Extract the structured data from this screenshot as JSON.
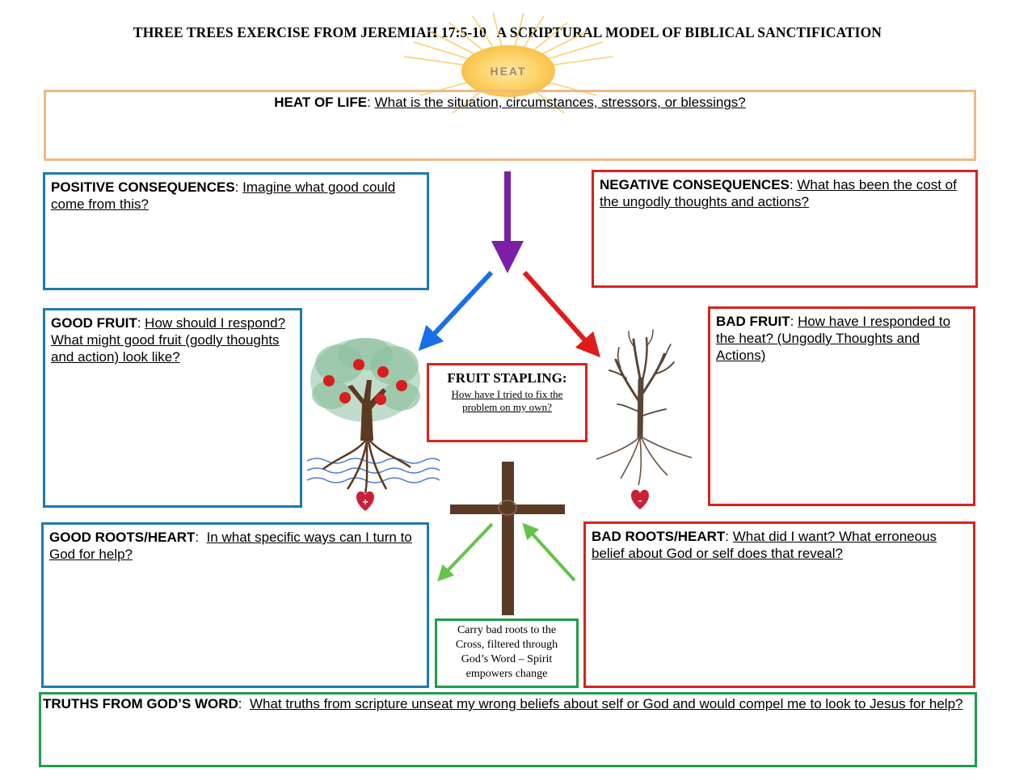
{
  "title": "THREE TREES EXERCISE FROM JEREMIAH 17:5-10   A SCRIPTURAL MODEL OF BIBLICAL SANCTIFICATION",
  "sun_label": "HEAT",
  "heat": {
    "label": "HEAT OF LIFE",
    "question": "What is the situation, circumstances, stressors, or blessings?"
  },
  "positive": {
    "label": "POSITIVE CONSEQUENCES",
    "question": "Imagine what good could come from this?"
  },
  "negative": {
    "label": "NEGATIVE CONSEQUENCES",
    "question": "What has been the cost of the ungodly thoughts and actions?"
  },
  "good_fruit": {
    "label": "GOOD FRUIT",
    "question": "How should I respond? What might good fruit (godly thoughts and action) look like?"
  },
  "bad_fruit": {
    "label": "BAD FRUIT",
    "question": "How have I responded to the heat? (Ungodly Thoughts and Actions)"
  },
  "stapling": {
    "label": "FRUIT STAPLING",
    "question": "How have I tried to fix the problem on my own?"
  },
  "good_roots": {
    "label": "GOOD ROOTS/HEART",
    "question": "In what specific ways can I turn to God for help?"
  },
  "bad_roots": {
    "label": "BAD ROOTS/HEART",
    "question": "What did I want?  What erroneous belief about God or self does that reveal?"
  },
  "cross_note": "Carry bad roots to the Cross, filtered through God’s Word – Spirit empowers change",
  "truths": {
    "label": "TRUTHS FROM GOD’S WORD",
    "question": "What truths from scripture unseat my wrong beliefs about self or God and would compel me to look to Jesus for help?"
  },
  "heart_plus": "+",
  "heart_minus": "-",
  "colors": {
    "heat_border": "#f2b885",
    "blue_border": "#1f7ab0",
    "red_border": "#d9231c",
    "green_border": "#1f9e4a",
    "purple_arrow": "#7a1fa6",
    "blue_arrow": "#1a6ee8",
    "red_arrow": "#e01b1b",
    "green_arrow": "#66c24a"
  }
}
